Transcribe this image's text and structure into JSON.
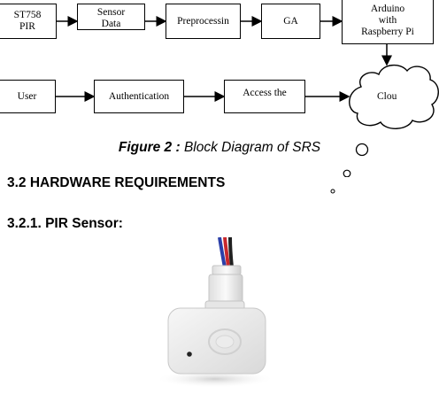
{
  "diagram": {
    "boxes": {
      "pir": "ST758\nPIR",
      "sensor_data": "Sensor\nData",
      "preprocessing": "Preprocessin",
      "ga": "GA",
      "arduino": "Arduino\nwith\nRaspberry Pi",
      "user": "User",
      "authentication": "Authentication",
      "access": "Access the",
      "cloud": "Clou"
    }
  },
  "caption": {
    "label": "Figure 2 :",
    "text": "Block Diagram of  SRS"
  },
  "section_heading": "3.2 HARDWARE REQUIREMENTS",
  "subsection_heading": "3.2.1. PIR Sensor:",
  "colors": {
    "wire_blue": "#2b3fa8",
    "wire_red": "#c8282c",
    "wire_black": "#202020",
    "sensor_body": "#eeeeee"
  }
}
